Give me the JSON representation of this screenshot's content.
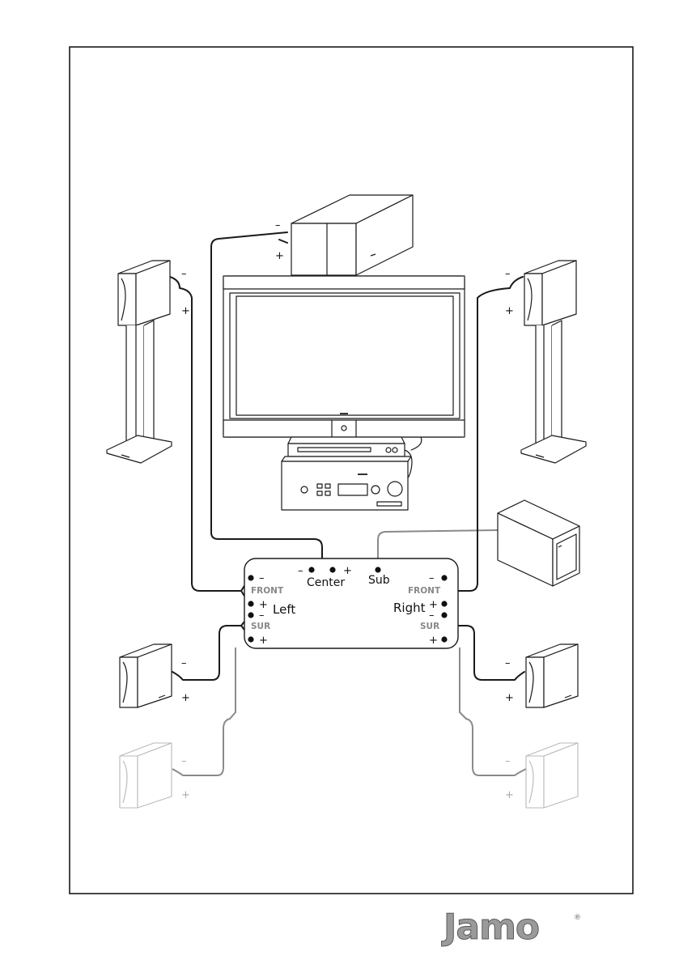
{
  "terminal_panel": {
    "center_label": "Center",
    "sub_label": "Sub",
    "left_label": "Left",
    "right_label": "Right",
    "front_left_group": "FRONT",
    "front_right_group": "FRONT",
    "surround_left_group": "SUR",
    "surround_right_group": "SUR"
  },
  "polarity": {
    "minus": "–",
    "plus": "+"
  },
  "brand": {
    "name": "Jamo",
    "mark": "®"
  },
  "colors": {
    "wire": "#1a1a1a",
    "sub_wire": "#8a8a8a",
    "optional_speaker": "#b9b9b9",
    "group_label": "#888888"
  }
}
